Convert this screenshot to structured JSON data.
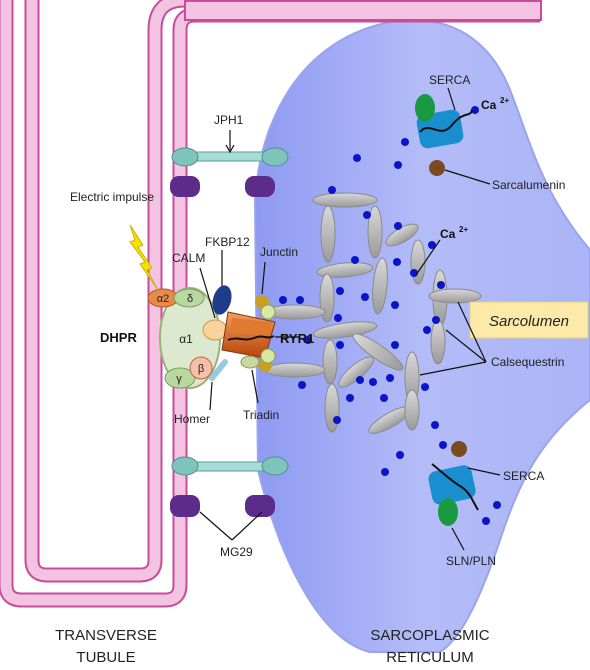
{
  "labels": {
    "jph1": "JPH1",
    "electric_impulse": "Electric impulse",
    "fkbp12": "FKBP12",
    "calm": "CALM",
    "junctin": "Junctin",
    "dhpr": "DHPR",
    "ryr1": "RYR1",
    "homer": "Homer",
    "triadin": "Triadin",
    "mg29": "MG29",
    "serca_top": "SERCA",
    "serca_bottom": "SERCA",
    "ca_top": "Ca",
    "ca_top_sup": "2+",
    "ca_mid": "Ca",
    "ca_mid_sup": "2+",
    "sarcalumenin": "Sarcalumenin",
    "sarcolumen": "Sarcolumen",
    "calsequestrin": "Calsequestrin",
    "sln_pln": "SLN/PLN",
    "transverse_line1": "TRANSVERSE",
    "transverse_line2": "TUBULE",
    "sr_line1": "SARCOPLASMIC",
    "sr_line2": "RETICULUM"
  },
  "subunits": {
    "alpha2": "α2",
    "delta": "δ",
    "alpha1": "α1",
    "beta": "β",
    "gamma": "γ"
  },
  "colors": {
    "membrane": "#f0b8dc",
    "membrane_edge": "#c84c9c",
    "sr_fill": "#a9b3f7",
    "ca_ion": "#0a14c8",
    "calsequestrin": "#b4b4b4",
    "jph1": "#7fc4bc",
    "mg29": "#5c2c8a",
    "serca": "#1a8fd0",
    "ryr1": "#d55a10",
    "sarcolumen_box": "#fde9a8"
  }
}
